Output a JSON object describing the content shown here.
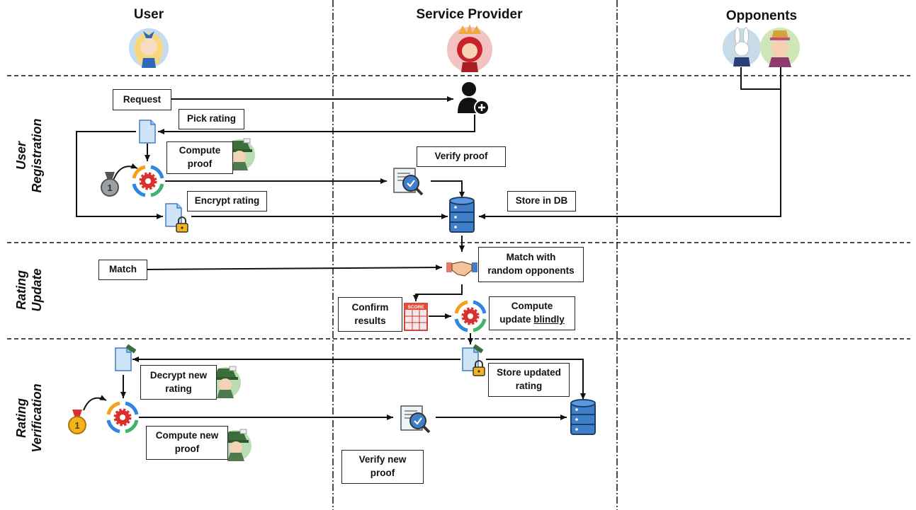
{
  "columns": {
    "user": "User",
    "service_provider": "Service Provider",
    "opponents": "Opponents"
  },
  "rows": {
    "registration": "User\nRegistration",
    "update": "Rating\nUpdate",
    "verification": "Rating\nVerification"
  },
  "registration": {
    "request": "Request",
    "pick_rating": "Pick rating",
    "compute_proof": "Compute\nproof",
    "verify_proof": "Verify proof",
    "encrypt_rating": "Encrypt rating",
    "store_in_db": "Store in DB"
  },
  "update": {
    "match": "Match",
    "match_with_opponents": "Match with\nrandom opponents",
    "confirm_results": "Confirm\nresults",
    "compute_update_prefix": "Compute\nupdate ",
    "compute_update_emph": "blindly",
    "score_label": "SCORE"
  },
  "verification": {
    "decrypt_new_rating": "Decrypt new\nrating",
    "compute_new_proof": "Compute new\nproof",
    "verify_new_proof": "Verify new\nproof",
    "store_updated_rating": "Store updated\nrating"
  },
  "medals": {
    "silver": "1",
    "gold": "1"
  },
  "colors": {
    "db_blue": "#3f7fc9",
    "gear_red": "#d9322e",
    "gear_blue": "#2e86de",
    "gear_orange": "#f4a21c",
    "gear_green": "#41b36b",
    "doc_blue": "#cfe4f7",
    "lock_gold": "#f3b51b"
  }
}
